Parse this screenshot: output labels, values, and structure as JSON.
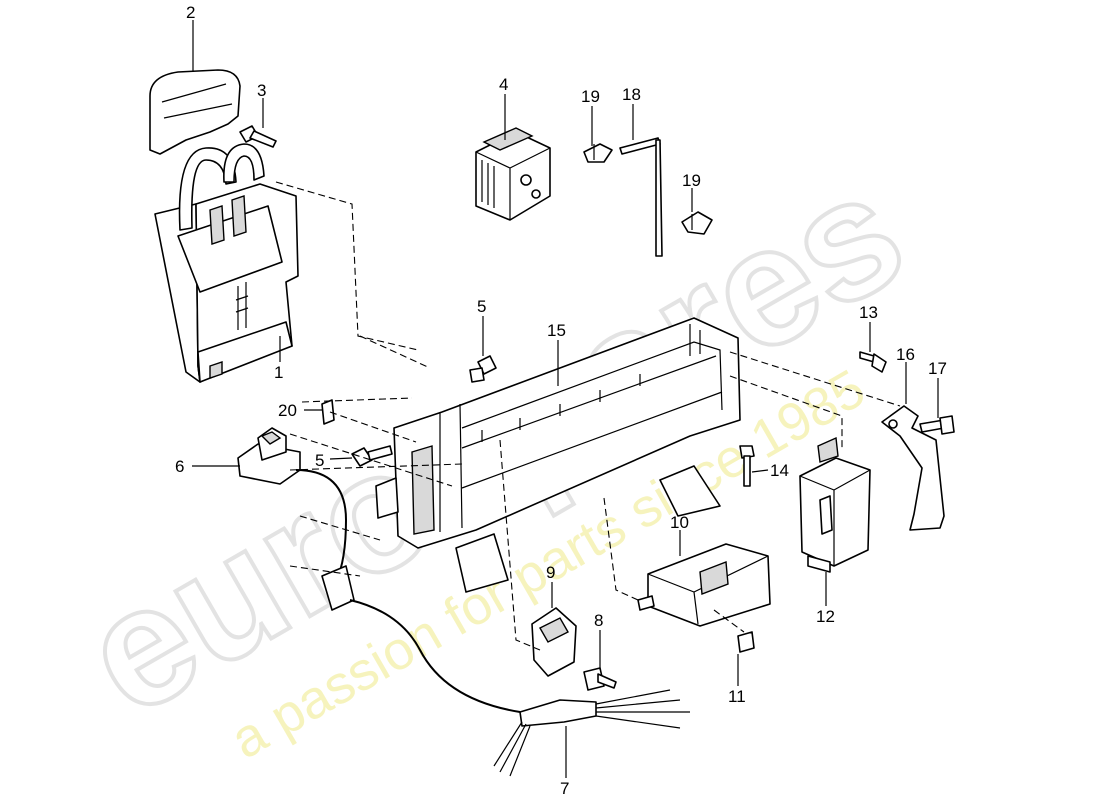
{
  "watermark": {
    "brand": "eurospares",
    "tagline": "a passion for parts since 1985",
    "brand_color": "#e3e3e3",
    "tagline_color": "#f3f0a8"
  },
  "callouts": {
    "c1": "1",
    "c2": "2",
    "c3": "3",
    "c4": "4",
    "c5a": "5",
    "c5b": "5",
    "c6": "6",
    "c7": "7",
    "c8": "8",
    "c9": "9",
    "c10": "10",
    "c11": "11",
    "c12": "12",
    "c13": "13",
    "c14": "14",
    "c15": "15",
    "c16": "16",
    "c17": "17",
    "c18": "18",
    "c19a": "19",
    "c19b": "19",
    "c20": "20"
  }
}
